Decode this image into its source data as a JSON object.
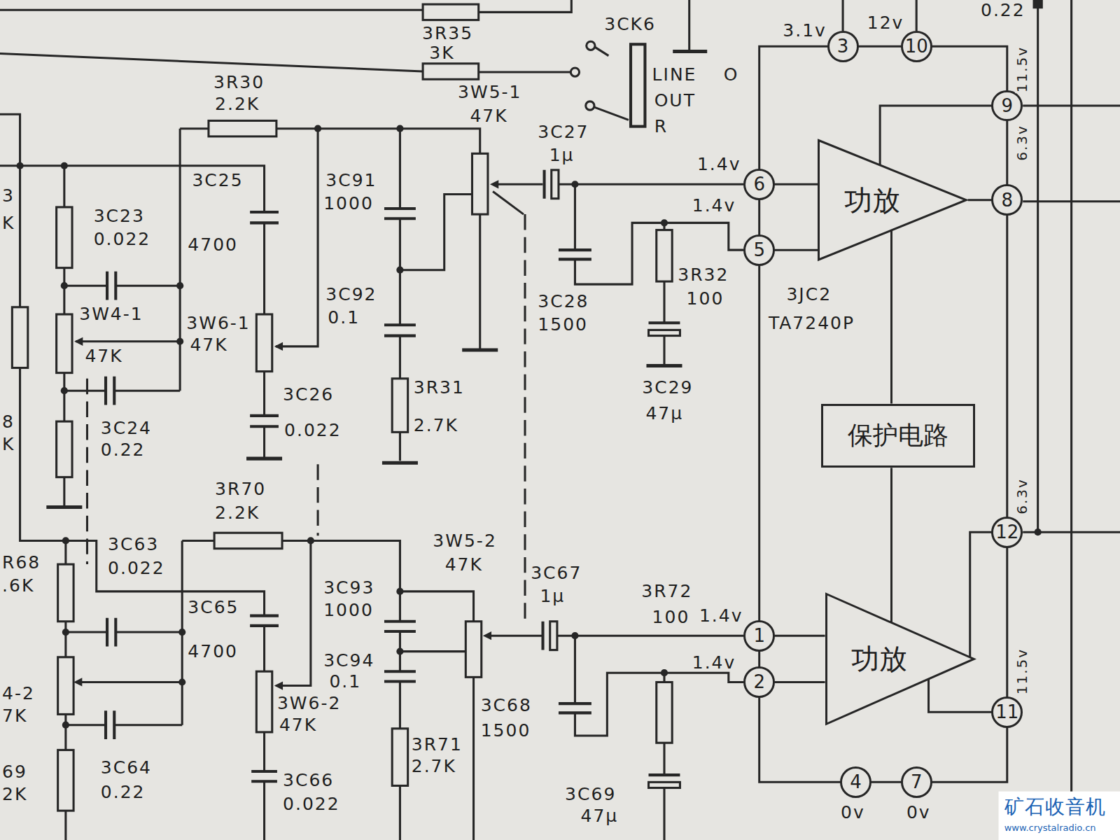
{
  "diagram": {
    "nodes": [
      {
        "text": [
          "3"
        ]
      },
      {
        "text": [
          "10"
        ]
      },
      {
        "text": [
          "9"
        ]
      },
      {
        "text": [
          "6"
        ]
      },
      {
        "text": [
          "功放"
        ]
      },
      {
        "text": [
          "8"
        ]
      },
      {
        "text": [
          "5"
        ]
      },
      {
        "text": [
          "保护电路"
        ]
      },
      {
        "text": [
          "12"
        ]
      },
      {
        "text": [
          "1"
        ]
      },
      {
        "text": [
          "2"
        ]
      },
      {
        "text": [
          "功放"
        ]
      },
      {
        "text": [
          "11"
        ]
      },
      {
        "text": [
          "4"
        ]
      },
      {
        "text": [
          "7"
        ]
      }
    ],
    "edges": [
      {
        "from": 0,
        "to": 1,
        "arrow": "none"
      },
      {
        "from": 1,
        "to": 2,
        "arrow": "none"
      },
      {
        "from": 2,
        "to": 5,
        "arrow": "none"
      },
      {
        "from": 5,
        "to": 8,
        "arrow": "none"
      },
      {
        "from": 8,
        "to": 12,
        "arrow": "none"
      },
      {
        "from": 12,
        "to": 14,
        "arrow": "none"
      },
      {
        "from": 14,
        "to": 13,
        "arrow": "none"
      },
      {
        "from": 13,
        "to": 10,
        "arrow": "none"
      },
      {
        "from": 10,
        "to": 9,
        "arrow": "none"
      },
      {
        "from": 9,
        "to": 6,
        "arrow": "none"
      },
      {
        "from": 6,
        "to": 3,
        "arrow": "none"
      },
      {
        "from": 3,
        "to": 0,
        "arrow": "none"
      },
      {
        "from": 3,
        "to": 4,
        "arrow": "none"
      },
      {
        "from": 4,
        "to": 5,
        "arrow": "none"
      },
      {
        "from": 6,
        "to": 4,
        "arrow": "none"
      },
      {
        "from": 2,
        "to": 4,
        "arrow": "none"
      },
      {
        "from": 4,
        "to": 7,
        "arrow": "none"
      },
      {
        "from": 7,
        "to": 11,
        "arrow": "none"
      },
      {
        "from": 9,
        "to": 11,
        "arrow": "none"
      },
      {
        "from": 10,
        "to": 11,
        "arrow": "none"
      },
      {
        "from": 11,
        "to": 8,
        "arrow": "none"
      },
      {
        "from": 11,
        "to": 12,
        "arrow": "none"
      }
    ],
    "labels": [
      "0.22",
      "3R35",
      "3K",
      "3CK6",
      "LINE",
      "O",
      "OUT",
      "R",
      "3.1v",
      "12v",
      "11.5v",
      "6.3v",
      "3",
      "K",
      "3R30",
      "2.2K",
      "3W5-1",
      "47K",
      "3C27",
      "1μ",
      "1.4v",
      "3C25",
      "4700",
      "3C91",
      "1000",
      "1.4v",
      "3C23",
      "0.022",
      "3R32",
      "100",
      "3JC2",
      "3C92",
      "0.1",
      "3C28",
      "1500",
      "TA7240P",
      "3W4-1",
      "47K",
      "3W6-1",
      "47K",
      "3C26",
      "0.022",
      "3R31",
      "2.7K",
      "3C29",
      "47μ",
      "8",
      "K",
      "3C24",
      "0.22",
      "3R70",
      "2.2K",
      "6.3v",
      "3C63",
      "0.022",
      "3W5-2",
      "47K",
      "R68",
      ".6K",
      "3C93",
      "1000",
      "3C67",
      "1μ",
      "3R72",
      "100",
      "1.4v",
      "3C65",
      "4700",
      "3C94",
      "0.1",
      "1.4v",
      "11.5v",
      "4-2",
      "7K",
      "3W6-2",
      "47K",
      "3C68",
      "1500",
      "3R71",
      "2.7K",
      "69",
      "2K",
      "3C64",
      "0.22",
      "3C66",
      "0.022",
      "3C69",
      "47μ",
      "0v",
      "0v",
      "矿石收音机",
      "www.crystalradio.cn"
    ]
  }
}
